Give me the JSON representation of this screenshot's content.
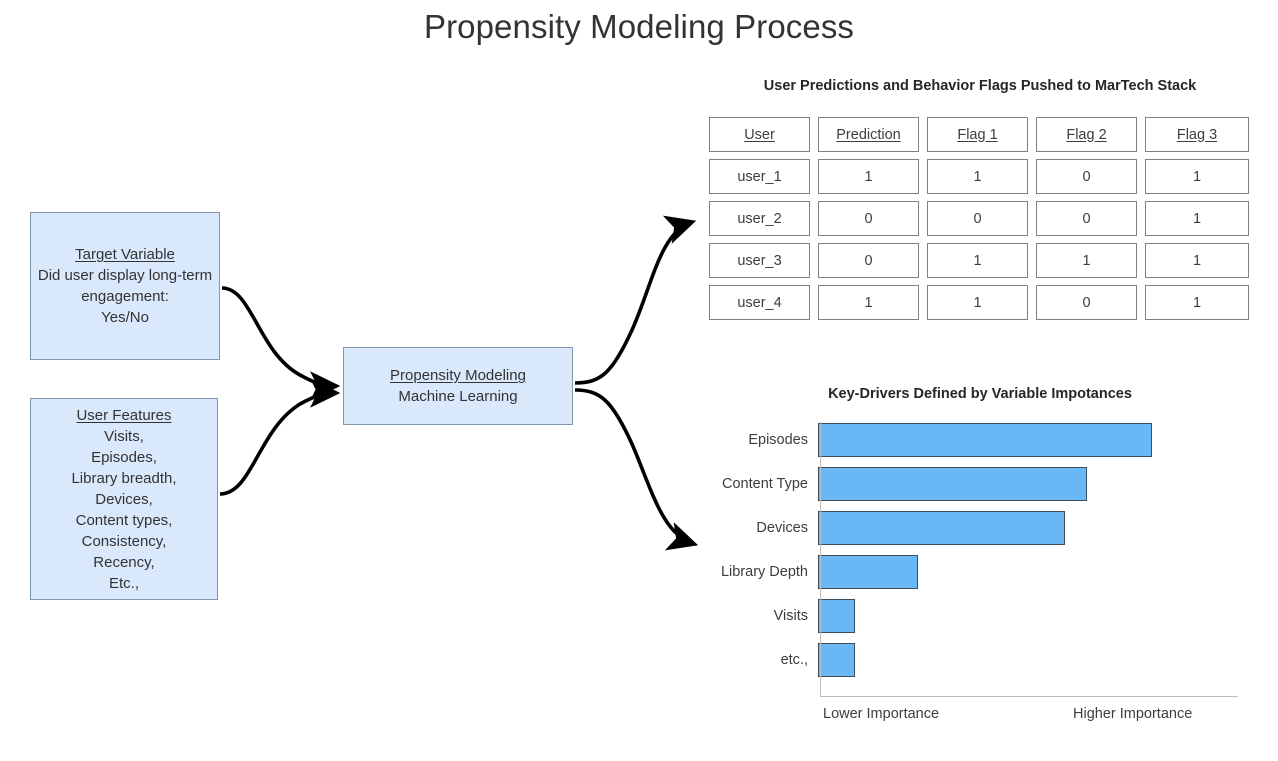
{
  "title": "Propensity Modeling Process",
  "boxes": {
    "target": {
      "heading": "Target Variable",
      "body": "Did user display long-term engagement:\nYes/No"
    },
    "features": {
      "heading": "User Features",
      "body": "Visits,\nEpisodes,\nLibrary breadth,\nDevices,\nContent types,\nConsistency,\nRecency,\nEtc.,"
    },
    "model": {
      "heading": "Propensity Modeling",
      "body": "Machine Learning"
    }
  },
  "table": {
    "title": "User Predictions and Behavior Flags Pushed to MarTech Stack",
    "columns": [
      "User",
      "Prediction",
      "Flag 1",
      "Flag 2",
      "Flag 3"
    ],
    "rows": [
      [
        "user_1",
        "1",
        "1",
        "0",
        "1"
      ],
      [
        "user_2",
        "0",
        "0",
        "0",
        "1"
      ],
      [
        "user_3",
        "0",
        "1",
        "1",
        "1"
      ],
      [
        "user_4",
        "1",
        "1",
        "0",
        "1"
      ]
    ]
  },
  "chart_data": {
    "type": "bar",
    "orientation": "horizontal",
    "title": "Key-Drivers Defined by Variable Impotances",
    "categories": [
      "Episodes",
      "Content Type",
      "Devices",
      "Library Depth",
      "Visits",
      "etc.,"
    ],
    "values": [
      100,
      80.5,
      74,
      30,
      11,
      11
    ],
    "xlabel": "",
    "ylabel": "",
    "xlim": [
      0,
      125
    ],
    "x_axis_captions": [
      "Lower Importance",
      "Higher Importance"
    ],
    "grid": false,
    "legend": false,
    "bar_color": "#6ab7f5",
    "bar_border_color": "#3c4f5e"
  },
  "colors": {
    "box_fill": "#dae8fc",
    "box_border": "#8196ac",
    "cell_border": "#808080",
    "text": "#333333",
    "arrow": "#000000"
  },
  "arrows": {
    "target_to_model": "arrow-target-to-model",
    "features_to_model": "arrow-features-to-model",
    "model_to_table": "arrow-model-to-table",
    "model_to_chart": "arrow-model-to-chart"
  }
}
